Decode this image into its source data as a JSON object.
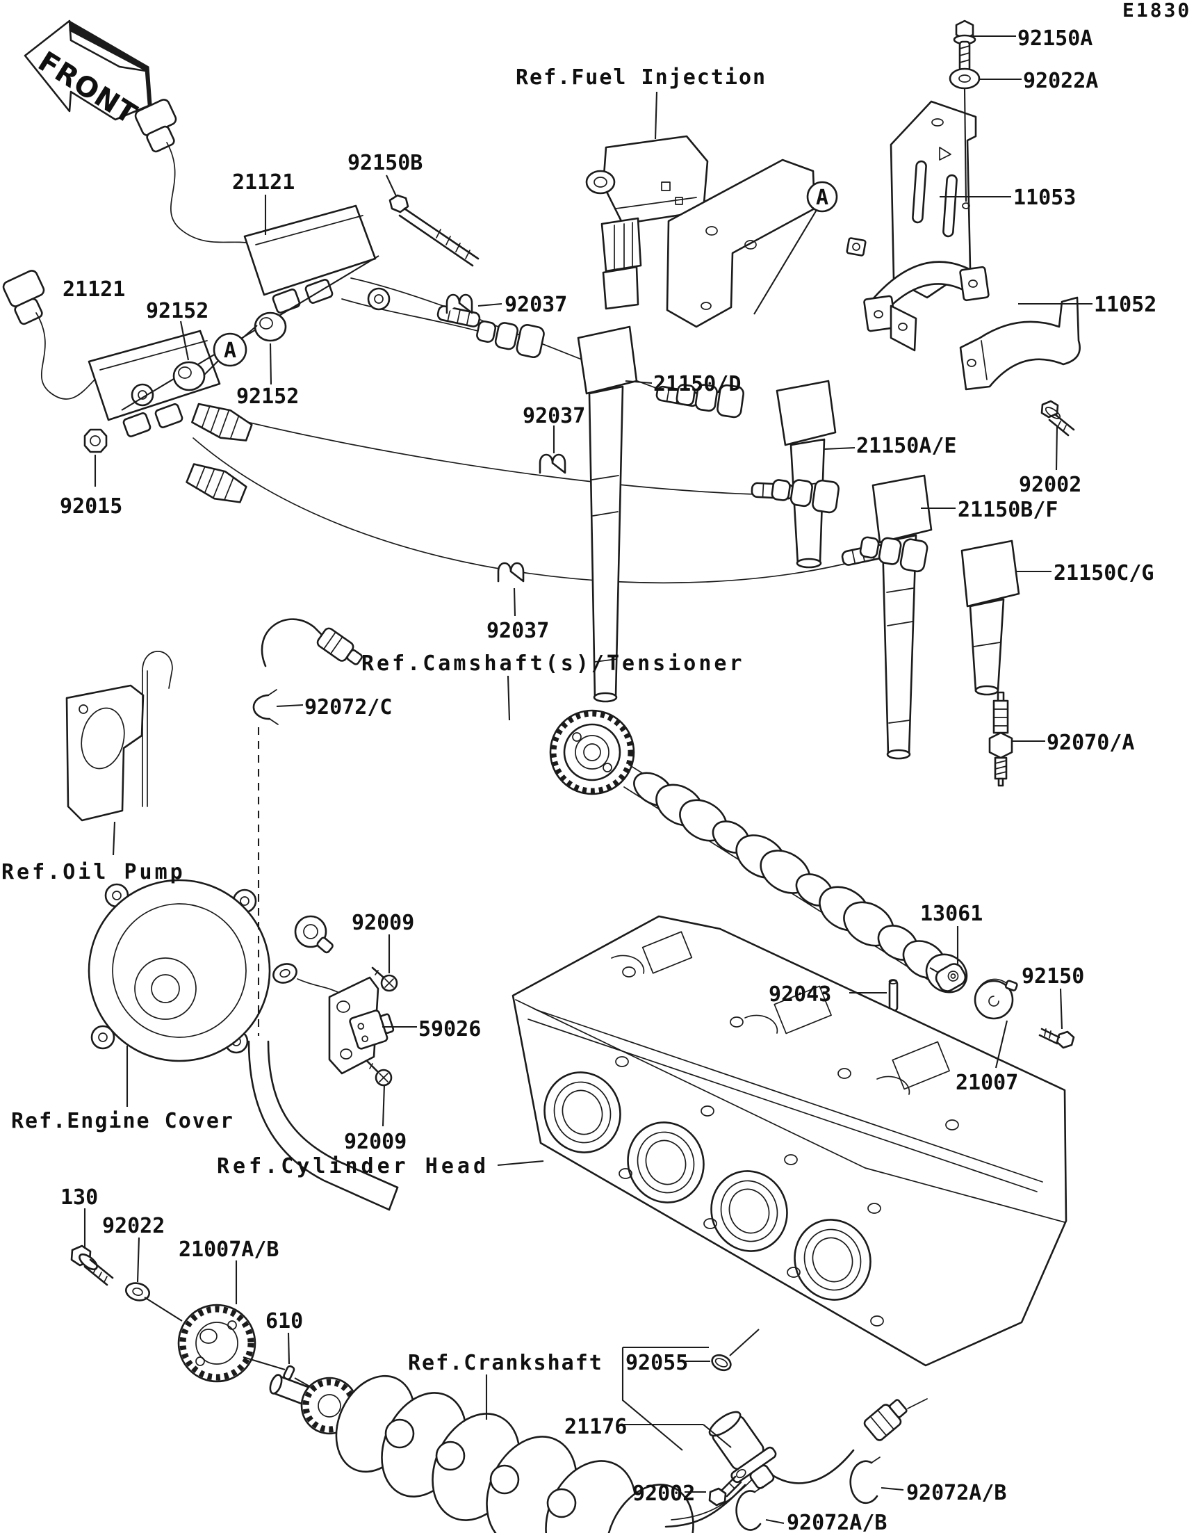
{
  "diagram": {
    "page_code": "E1830",
    "front_marker": "FRONT",
    "detail_marker": "A",
    "colors": {
      "ink": "#1b1b1b",
      "background": "#ffffff"
    },
    "references": {
      "fuel_injection": "Ref.Fuel Injection",
      "camshaft_tensioner": "Ref.Camshaft(s)/Tensioner",
      "oil_pump": "Ref.Oil Pump",
      "engine_cover": "Ref.Engine Cover",
      "cylinder_head": "Ref.Cylinder Head",
      "crankshaft": "Ref.Crankshaft"
    },
    "parts": {
      "p92150A": "92150A",
      "p92022A": "92022A",
      "p11053": "11053",
      "p11052": "11052",
      "p21121_top": "21121",
      "p21121_left": "21121",
      "p92150B": "92150B",
      "p92152_a": "92152",
      "p92152_b": "92152",
      "p92015": "92015",
      "p92037_top": "92037",
      "p92037_mid": "92037",
      "p92037_low": "92037",
      "p21150D": "21150/D",
      "p21150AE": "21150A/E",
      "p21150BF": "21150B/F",
      "p21150CG": "21150C/G",
      "p92002_r": "92002",
      "p92002_b": "92002",
      "p92070A": "92070/A",
      "p92072C": "92072/C",
      "p92072AB_r": "92072A/B",
      "p92072AB_b": "92072A/B",
      "p92009_t": "92009",
      "p92009_b": "92009",
      "p59026": "59026",
      "p13061": "13061",
      "p92043": "92043",
      "p92150": "92150",
      "p21007": "21007",
      "p130": "130",
      "p92022": "92022",
      "p21007AB": "21007A/B",
      "p610": "610",
      "p92055": "92055",
      "p21176": "21176"
    }
  }
}
